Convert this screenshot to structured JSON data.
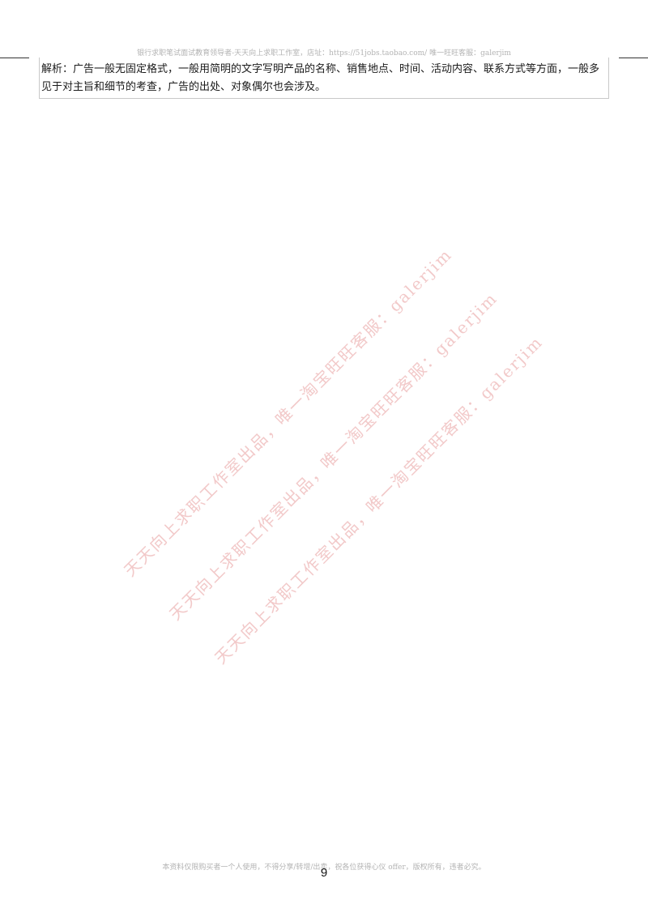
{
  "header": {
    "text": "银行求职笔试面试教育领导者-天天向上求职工作室，店址：https://51jobs.taobao.com/ 唯一旺旺客服：galerjim"
  },
  "answer": {
    "text": "解析：广告一般无固定格式，一般用简明的文字写明产品的名称、销售地点、时间、活动内容、联系方式等方面，一般多见于对主旨和细节的考查，广告的出处、对象偶尔也会涉及。"
  },
  "watermarks": [
    "天天向上求职工作室出品，唯一淘宝旺旺客服：galerjim",
    "天天向上求职工作室出品，唯一淘宝旺旺客服：galerjim",
    "天天向上求职工作室出品，唯一淘宝旺旺客服：galerjim"
  ],
  "footer": {
    "text": "本资料仅限购买者一个人使用，不得分享/转增/出卖，祝各位获得心仪 offer，版权所有，违者必究。",
    "page_number": "9"
  }
}
